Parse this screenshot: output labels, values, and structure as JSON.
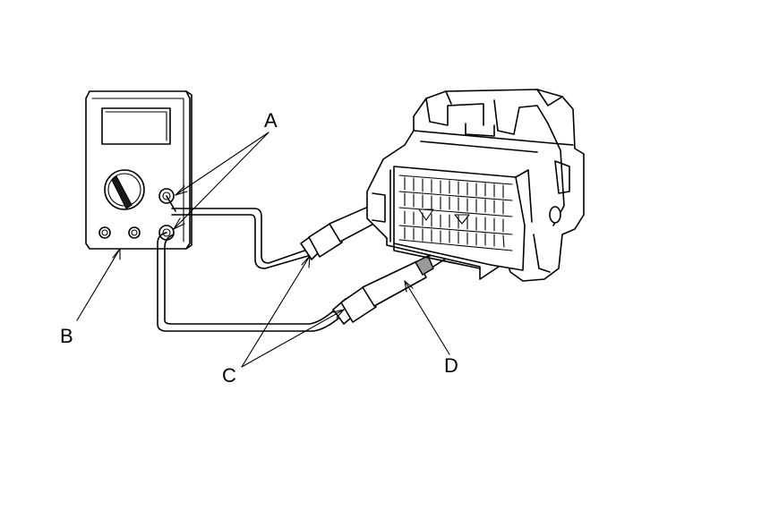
{
  "labels": {
    "a": "A",
    "b": "B",
    "c": "C",
    "d": "D"
  },
  "colors": {
    "line": "#000000",
    "background": "#ffffff",
    "probe_shade": "#9a9a9a"
  }
}
